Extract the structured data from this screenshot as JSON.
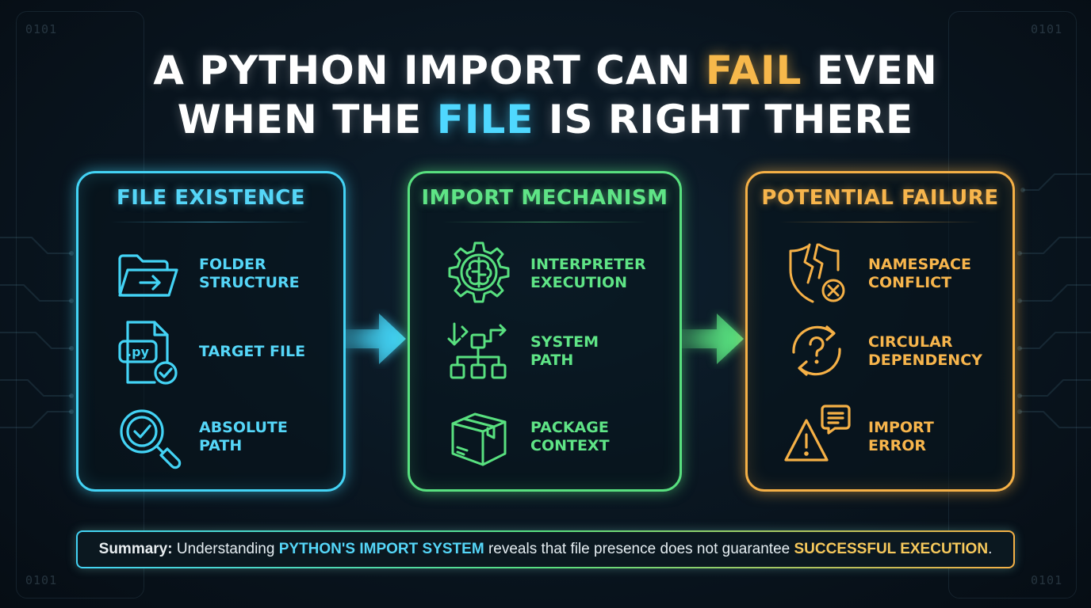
{
  "title": {
    "line1_a": "A PYTHON IMPORT CAN ",
    "line1_hl": "FAIL",
    "line1_b": " EVEN",
    "line2_a": "WHEN THE ",
    "line2_hl": "FILE",
    "line2_b": " IS RIGHT THERE"
  },
  "background": {
    "code_snippet": "0101"
  },
  "panels": [
    {
      "title": "FILE EXISTENCE",
      "color": "#43d3f5",
      "items": [
        {
          "label": "FOLDER\nSTRUCTURE",
          "icon": "folder-arrow-icon"
        },
        {
          "label": "TARGET FILE",
          "icon": "python-file-check-icon"
        },
        {
          "label": "ABSOLUTE\nPATH",
          "icon": "magnifier-check-icon"
        }
      ]
    },
    {
      "title": "IMPORT MECHANISM",
      "color": "#58e07f",
      "items": [
        {
          "label": "INTERPRETER\nEXECUTION",
          "icon": "gear-brain-icon"
        },
        {
          "label": "SYSTEM\nPATH",
          "icon": "flow-hierarchy-icon"
        },
        {
          "label": "PACKAGE\nCONTEXT",
          "icon": "package-box-icon"
        }
      ]
    },
    {
      "title": "POTENTIAL FAILURE",
      "color": "#f5b046",
      "items": [
        {
          "label": "NAMESPACE\nCONFLICT",
          "icon": "broken-shield-icon"
        },
        {
          "label": "CIRCULAR\nDEPENDENCY",
          "icon": "circular-question-icon"
        },
        {
          "label": "IMPORT\nERROR",
          "icon": "warning-message-icon"
        }
      ]
    }
  ],
  "summary": {
    "lead": "Summary:",
    "text_a": " Understanding ",
    "hl1": "PYTHON'S IMPORT SYSTEM",
    "text_b": " reveals that file presence does not guarantee ",
    "hl2": "SUCCESSFUL EXECUTION",
    "text_c": "."
  }
}
